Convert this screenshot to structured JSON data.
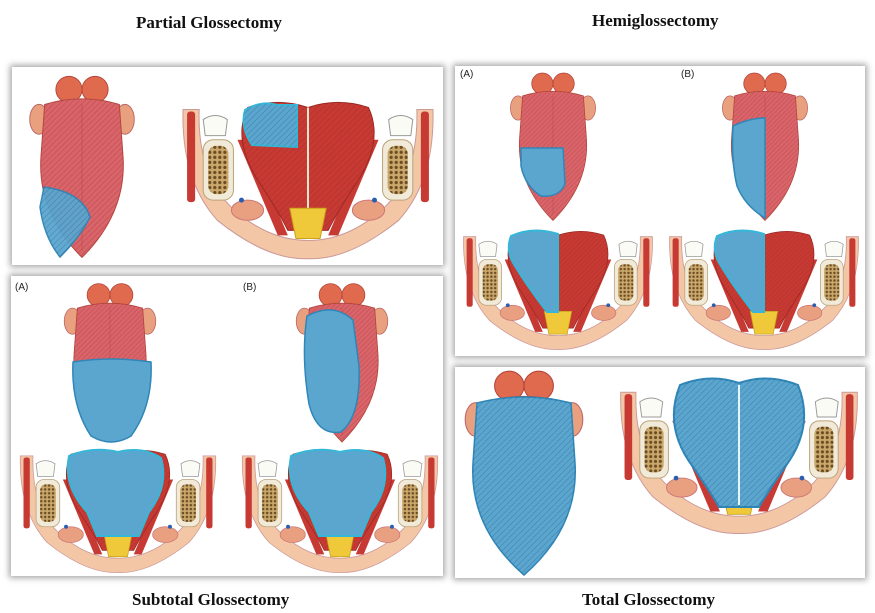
{
  "captions": {
    "partial": "Partial Glossectomy",
    "hemi": "Hemiglossectomy",
    "subtotal": "Subtotal Glossectomy",
    "total": "Total Glossectomy"
  },
  "sublabels": {
    "a": "(A)",
    "b": "(B)"
  },
  "colors": {
    "tongue": "#d9646a",
    "tongue_light": "#e8a09c",
    "resected": "#5aa6cf",
    "resected_edge": "#2f86b8",
    "muscle": "#c73a33",
    "fat": "#f0c93a",
    "bone": "#f2ead8",
    "marrow": "#8b6a3c",
    "skin": "#f3c7a6",
    "tooth": "#fbfbf6"
  }
}
